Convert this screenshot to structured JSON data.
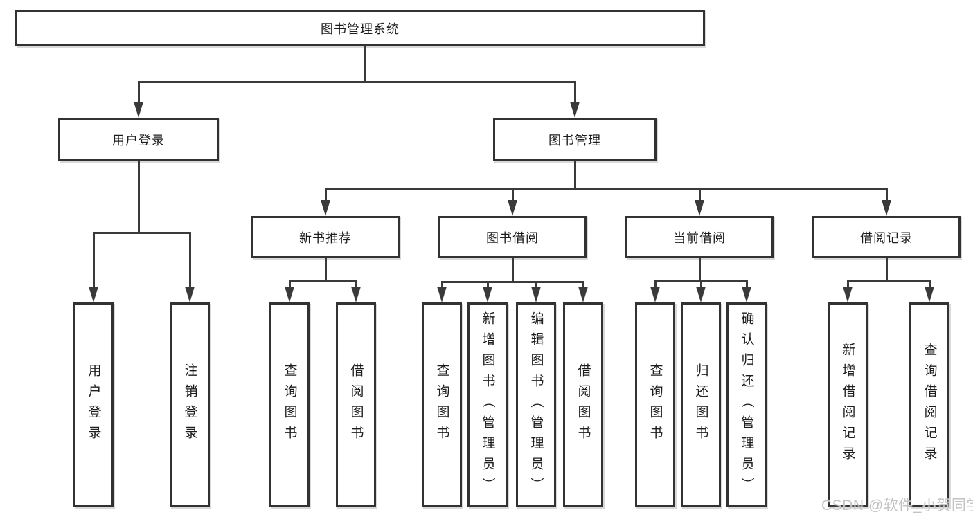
{
  "diagram": {
    "title": "图书管理系统",
    "tree": {
      "label": "图书管理系统",
      "children": [
        {
          "label": "用户登录",
          "children": [
            {
              "label": "用户登录"
            },
            {
              "label": "注销登录"
            }
          ]
        },
        {
          "label": "图书管理",
          "children": [
            {
              "label": "新书推荐",
              "children": [
                {
                  "label": "查询图书"
                },
                {
                  "label": "借阅图书"
                }
              ]
            },
            {
              "label": "图书借阅",
              "children": [
                {
                  "label": "查询图书"
                },
                {
                  "label": "新增图书（管理员）"
                },
                {
                  "label": "编辑图书（管理员）"
                },
                {
                  "label": "借阅图书"
                }
              ]
            },
            {
              "label": "当前借阅",
              "children": [
                {
                  "label": "查询图书"
                },
                {
                  "label": "归还图书"
                },
                {
                  "label": "确认归还（管理员）"
                }
              ]
            },
            {
              "label": "借阅记录",
              "children": [
                {
                  "label": "新增借阅记录"
                },
                {
                  "label": "查询借阅记录"
                }
              ]
            }
          ]
        }
      ]
    }
  },
  "watermark": {
    "text": "CSDN @软件_小贺同学"
  },
  "colors": {
    "line": "#3a3a3a",
    "border": "#323232",
    "text": "#1d1d1d",
    "watermark": "#c3c3c3",
    "background": "#ffffff"
  }
}
